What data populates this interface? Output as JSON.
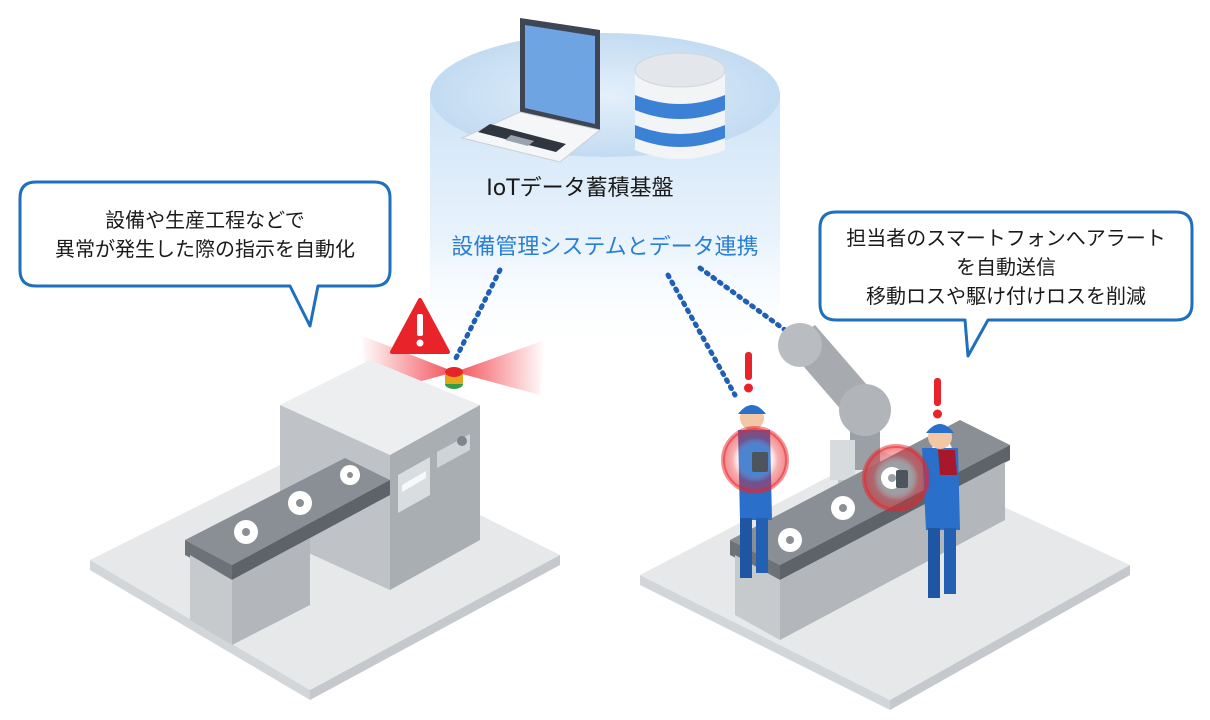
{
  "platform": {
    "title": "IoTデータ蓄積基盤",
    "link_label": "設備管理システムとデータ連携",
    "icons": [
      "laptop-icon",
      "database-icon"
    ]
  },
  "left_callout": {
    "lines": [
      "設備や生産工程などで",
      "異常が発生した際の指示を自動化"
    ]
  },
  "right_callout": {
    "lines": [
      "担当者のスマートフォンへアラート",
      "を自動送信",
      "移動ロスや駆け付けロスを削減"
    ]
  },
  "colors": {
    "brand_blue": "#1f6fbe",
    "link_text": "#2a7fd4",
    "alert_red": "#e8232a",
    "worker_blue": "#2a6fc9",
    "dotted_line": "#1f5fb5"
  }
}
